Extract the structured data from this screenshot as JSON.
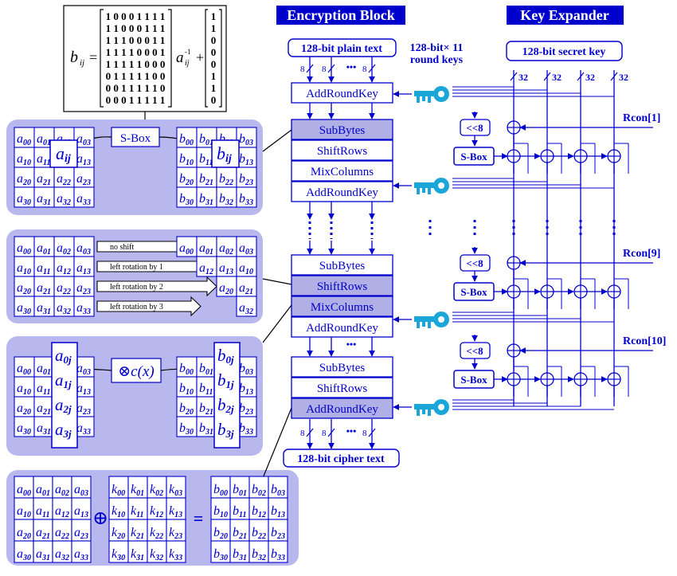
{
  "headers": {
    "encryption_block": "Encryption Block",
    "key_expander": "Key Expander"
  },
  "colors": {
    "header_bg": "#0000cc",
    "panel": "#b8b8ee",
    "shaded": "#b0b0e6",
    "ink": "#0000cc",
    "accent": "#1aa6d8"
  },
  "labels": {
    "plain_text": "128-bit plain text",
    "cipher_text": "128-bit cipher text",
    "round_keys_1": "128-bit× 11",
    "round_keys_2": "round keys",
    "secret_key": "128-bit secret key",
    "bus8": "8",
    "bus32": "32",
    "dots": "•••"
  },
  "round_rows": {
    "add_round_key": "AddRoundKey",
    "sub_bytes": "SubBytes",
    "shift_rows": "ShiftRows",
    "mix_columns": "MixColumns"
  },
  "key_expander": {
    "rot": "<<8",
    "sbox": "S-Box",
    "xor": "⊕",
    "rcon": [
      "Rcon[1]",
      "Rcon[9]",
      "Rcon[10]"
    ]
  },
  "matrix_equation": {
    "lhs": "b",
    "lhs_sub": "ij",
    "equals": "=",
    "rows": [
      "1 0 0 0 1 1 1 1",
      "1 1 0 0 0 1 1 1",
      "1 1 1 0 0 0 1 1",
      "1 1 1 1 0 0 0 1",
      "1 1 1 1 1 0 0 0",
      "0 1 1 1 1 1 0 0",
      "0 0 1 1 1 1 1 0",
      "0 0 0 1 1 1 1 1"
    ],
    "a_base": "a",
    "a_sub": "ij",
    "a_sup": "-1",
    "plus": "+",
    "vector": [
      "1",
      "1",
      "0",
      "0",
      "0",
      "1",
      "1",
      "0"
    ]
  },
  "panels": {
    "sbox_label": "S-Box",
    "mix_label": "⊗c(x)",
    "shift_notes": [
      "no shift",
      "left rotation by 1",
      "left rotation by 2",
      "left rotation by 3"
    ],
    "xor_symbol": "⊕",
    "equals": "="
  }
}
